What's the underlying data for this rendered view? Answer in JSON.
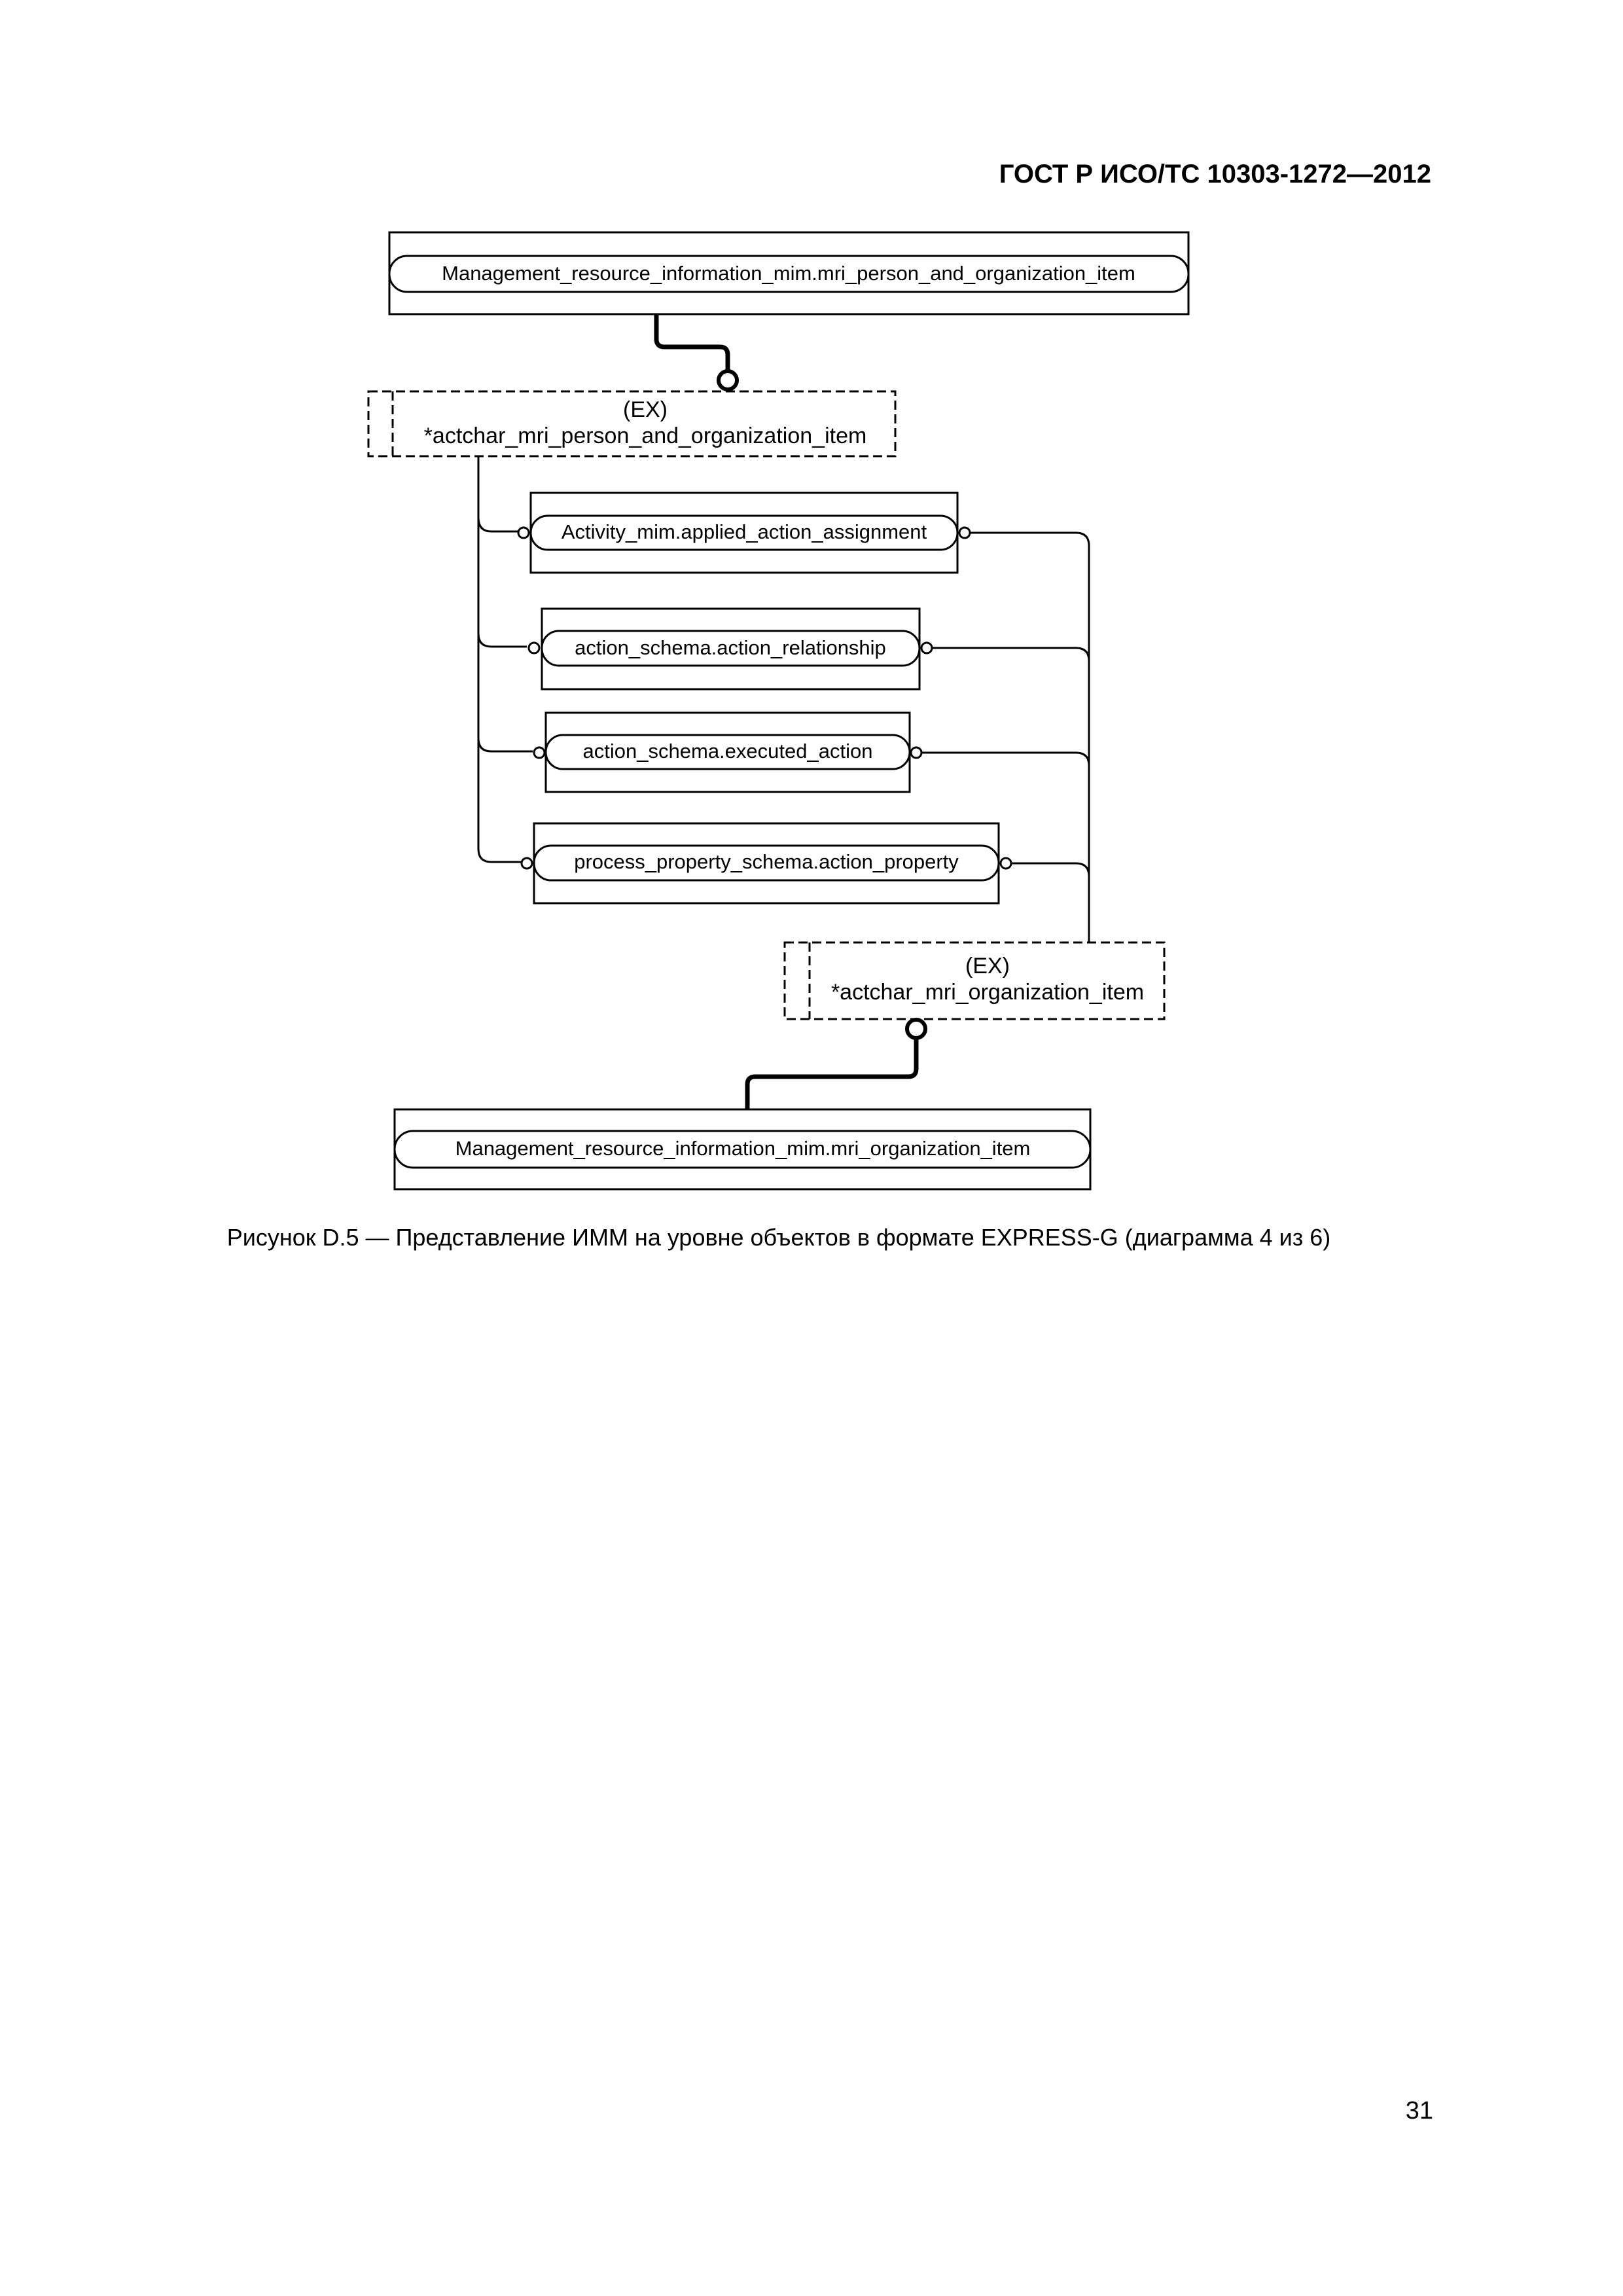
{
  "header": {
    "standard": "ГОСТ Р ИСО/ТС 10303-1272—2012"
  },
  "diagram": {
    "top_entity": "Management_resource_information_mim.mri_person_and_organization_item",
    "select_1": {
      "prefix": "(EX)",
      "name": "*actchar_mri_person_and_organization_item"
    },
    "members": [
      "Activity_mim.applied_action_assignment",
      "action_schema.action_relationship",
      "action_schema.executed_action",
      "process_property_schema.action_property"
    ],
    "select_2": {
      "prefix": "(EX)",
      "name": "*actchar_mri_organization_item"
    },
    "bottom_entity": "Management_resource_information_mim.mri_organization_item"
  },
  "caption": "Рисунок D.5 — Представление ИММ на уровне объектов в формате EXPRESS-G (диаграмма 4 из 6)",
  "page_number": "31"
}
